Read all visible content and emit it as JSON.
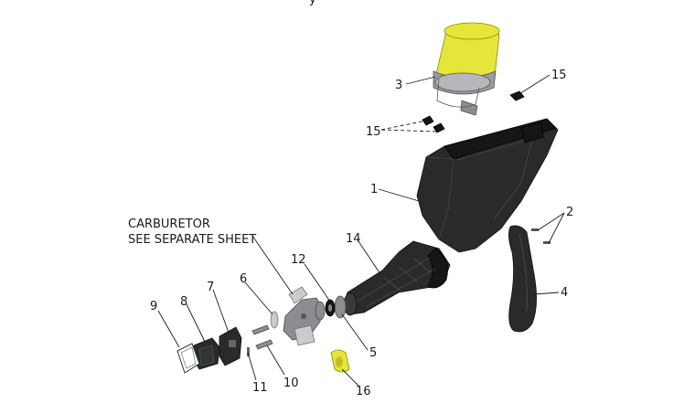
{
  "title_fragment": "y",
  "note_lines": [
    "CARBURETOR",
    "SEE SEPARATE SHEET"
  ],
  "callouts": {
    "c1": "1",
    "c2": "2",
    "c3": "3",
    "c4": "4",
    "c5": "5",
    "c6": "6",
    "c7": "7",
    "c8": "8",
    "c9": "9",
    "c10": "10",
    "c11": "11",
    "c12": "12",
    "c14": "14",
    "c15a": "15",
    "c15b": "15",
    "c16": "16"
  },
  "colors": {
    "airbox": "#2a2a2a",
    "filter": "#e6e63a",
    "metal": "#8b8d90",
    "background": "#ffffff"
  }
}
